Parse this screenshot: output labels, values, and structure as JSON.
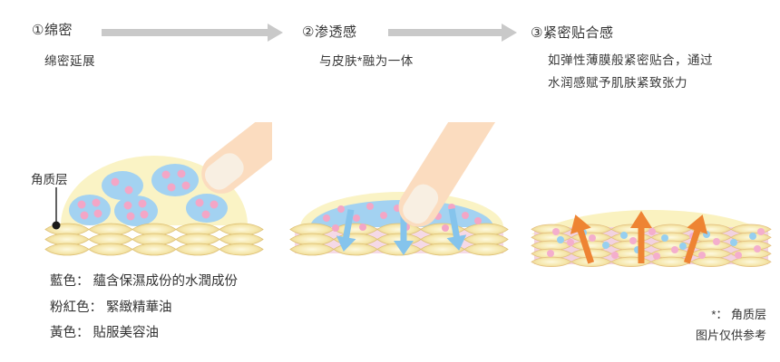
{
  "steps": [
    {
      "title": "①绵密",
      "desc": "绵密延展"
    },
    {
      "title": "②渗透感",
      "desc": "与皮肤*融为一体"
    },
    {
      "title": "③紧密贴合感",
      "desc": "如弹性薄膜般紧密贴合，通过",
      "desc2": "水润感赋予肌肤紧致张力"
    }
  ],
  "diagram": {
    "stratum_label": "角质层"
  },
  "legend": {
    "items": [
      "藍色： 蘊含保濕成份的水潤成份",
      "粉紅色： 緊緻精華油",
      "黃色： 貼服美容油"
    ]
  },
  "footnote": {
    "line1": "*： 角质层",
    "line2": "图片仅供参考"
  },
  "colors": {
    "moisture_blue": "#A3D2F1",
    "essence_pink": "#F3A6C6",
    "beauty_oil_yellow": "#FAF3C5",
    "flow_arrow_gray": "#C9C9C9",
    "absorb_arrow_blue": "#85C4EC",
    "lift_arrow_orange": "#EE8433",
    "finger_skin": "#FBDCBF"
  }
}
